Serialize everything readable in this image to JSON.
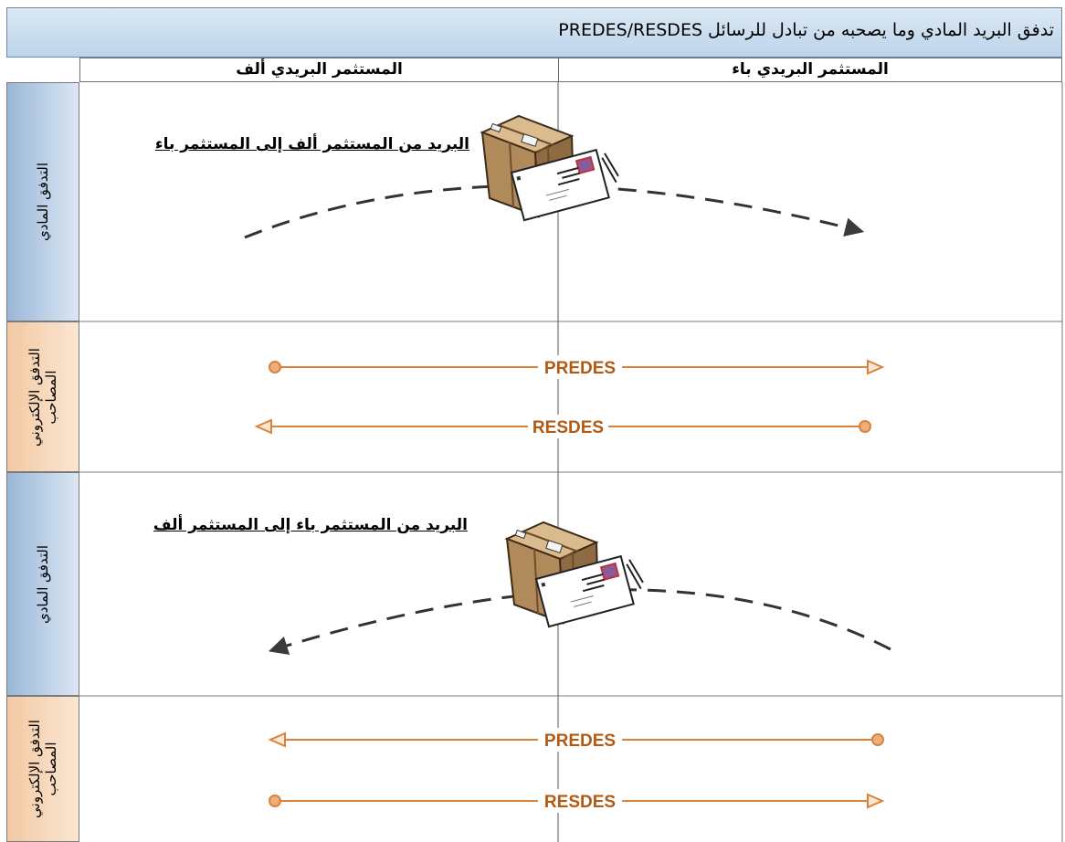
{
  "title": "تدفق البريد المادي وما يصحبه من تبادل للرسائل PREDES/RESDES",
  "columns": {
    "left": "المستثمر البريدي ألف",
    "right": "المستثمر البريدي باء"
  },
  "lanes": [
    {
      "kind": "physical",
      "label": "التدفق المادي",
      "caption": "البريد من المستثمر ألف إلى المستثمر باء",
      "icon": "parcel-and-letter-icon"
    },
    {
      "kind": "electronic",
      "label": "التدفق الإلكتروني المصاحب",
      "messages": [
        "PREDES",
        "RESDES"
      ]
    },
    {
      "kind": "physical",
      "label": "التدفق المادي",
      "caption": "البريد من المستثمر باء إلى المستثمر ألف",
      "icon": "parcel-and-letter-icon"
    },
    {
      "kind": "electronic",
      "label": "التدفق الإلكتروني المصاحب",
      "messages": [
        "PREDES",
        "RESDES"
      ]
    }
  ],
  "colors": {
    "message_line": "#d9833a",
    "message_text": "#b35a12",
    "dashed_arrow": "#333333",
    "physical_lane": "#9ab7d8",
    "electronic_lane": "#f2c9a3"
  }
}
